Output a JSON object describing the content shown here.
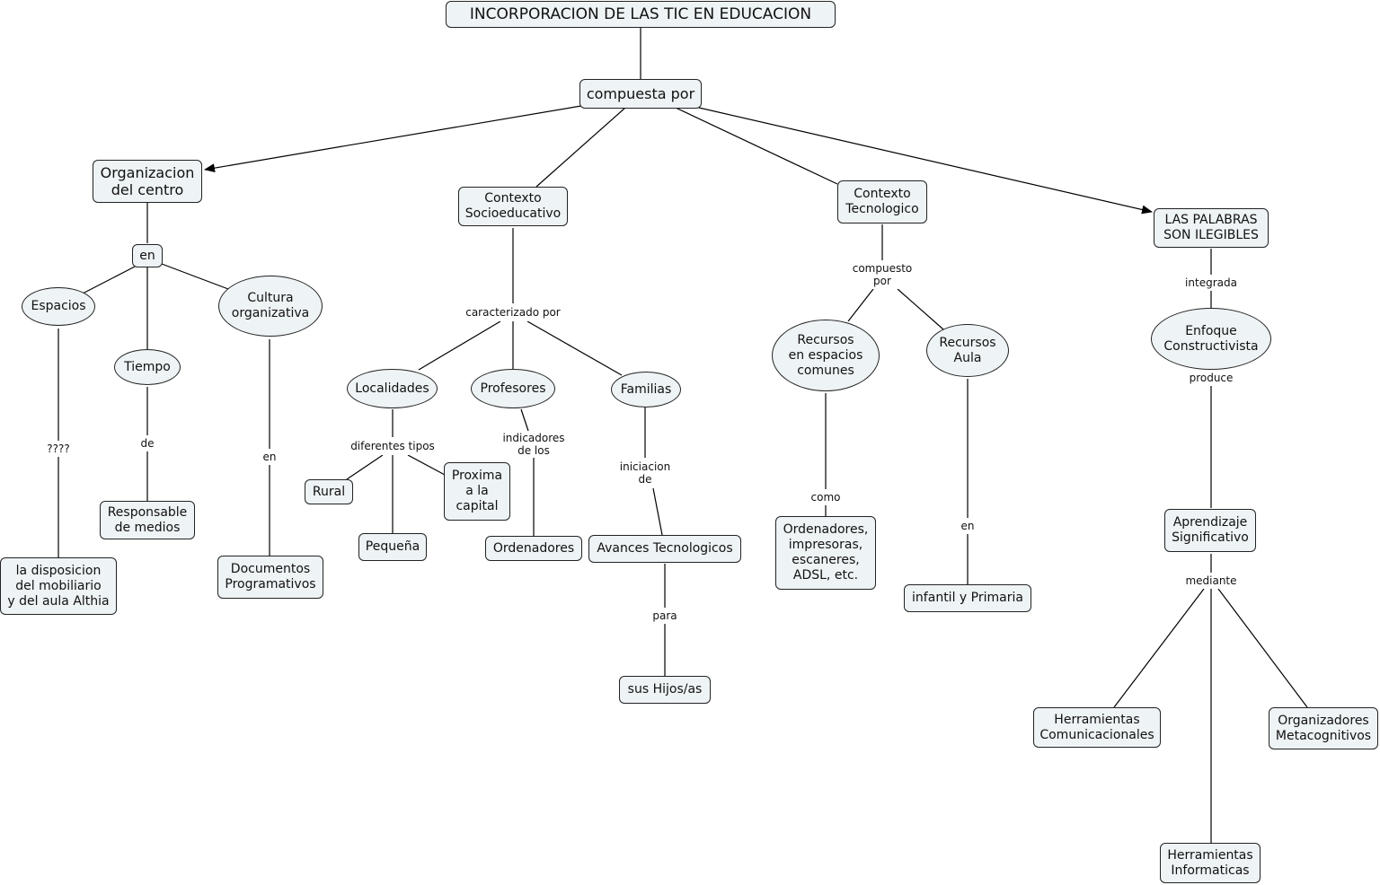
{
  "concept_map": {
    "title": "INCORPORACION DE LAS TIC EN EDUCACION",
    "nodes": {
      "compuesta_por": "compuesta por",
      "organizacion": "Organizacion\ndel centro",
      "contexto_socio": "Contexto\nSocioeducativo",
      "contexto_tec": "Contexto\nTecnologico",
      "palabras": "LAS PALABRAS\nSON ILEGIBLES",
      "en_org": "en",
      "espacios": "Espacios",
      "tiempo": "Tiempo",
      "cultura": "Cultura\norganizativa",
      "disposicion": "la disposicion\ndel mobiliario\ny del aula Althia",
      "responsable": "Responsable\nde medios",
      "documentos": "Documentos\nProgramativos",
      "localidades": "Localidades",
      "profesores": "Profesores",
      "familias": "Familias",
      "rural": "Rural",
      "pequena": "Pequeña",
      "proxima": "Proxima\na la\ncapital",
      "ordenadores_prof": "Ordenadores",
      "avances": "Avances Tecnologicos",
      "hijos": "sus Hijos/as",
      "recursos_comunes": "Recursos\nen espacios\ncomunes",
      "recursos_aula": "Recursos\nAula",
      "ordenadores_imp": "Ordenadores,\nimpresoras,\nescaneres,\nADSL, etc.",
      "infantil": "infantil y Primaria",
      "enfoque": "Enfoque\nConstructivista",
      "aprendizaje": "Aprendizaje\nSignificativo",
      "herr_com": "Herramientas\nComunicacionales",
      "organizadores": "Organizadores\nMetacognitivos",
      "herr_inf": "Herramientas\nInformaticas"
    },
    "labels": {
      "signos": "????",
      "de": "de",
      "en_cultura": "en",
      "caracterizado": "caracterizado por",
      "diferentes": "diferentes tipos",
      "indicadores": "indicadores\nde los",
      "iniciacion": "iniciacion\nde",
      "para": "para",
      "compuesto": "compuesto\npor",
      "como": "como",
      "en_aula": "en",
      "integrada": "integrada",
      "produce": "produce",
      "mediante": "mediante"
    }
  }
}
